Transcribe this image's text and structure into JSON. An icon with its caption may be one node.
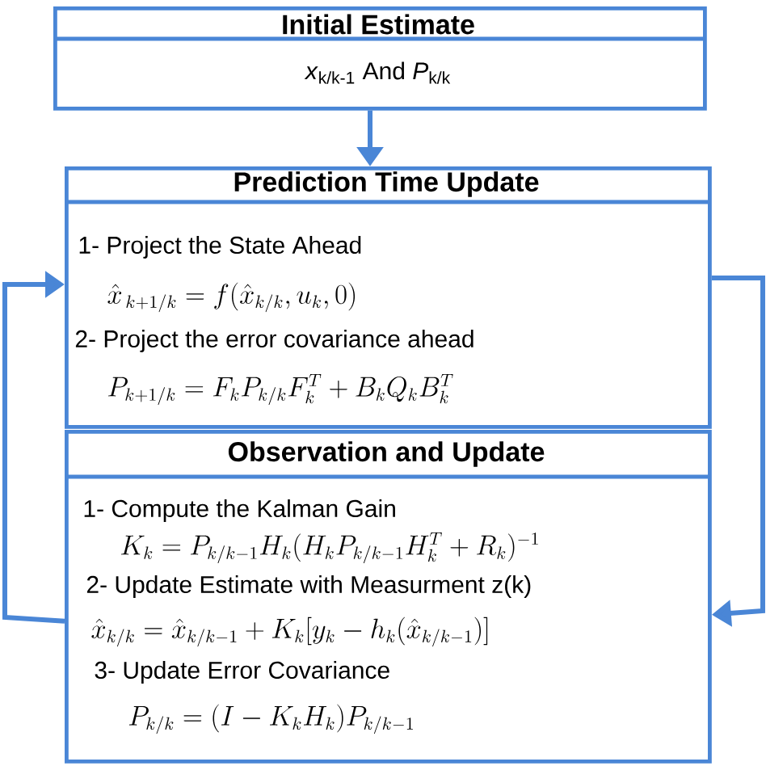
{
  "diagram": {
    "nodes": [
      {
        "text": [
          "Initial Estimate",
          "*x*$_{k/k-1}$   And   *P*$_{k/k}$"
        ]
      },
      {
        "text": [
          "Prediction Time Update",
          "1- Project the State Ahead",
          "\\hat{x}_{\\,k+1/k} = f(\\hat{x}_{k/k}, u_k, 0)",
          "2- Project the error covariance ahead",
          "P_{k+1/k} = F_k P_{k/k} F_k^T + B_k Q_k B_k^T"
        ]
      },
      {
        "text": [
          "Observation and Update",
          "1- Compute the Kalman Gain",
          "K_k = P_{k/k-1} H_k (H_k P_{k/k-1} H_k^T + R_k)^{-1}",
          "2- Update Estimate with Measurment z(k)",
          "\\hat{x}_{k/k} = \\hat{x}_{k/k-1} + K_k [y_k - h_k(\\hat{x}_{k/k-1})]",
          "3- Update Error Covariance",
          "P_{k/k} = (I - K_k H_k) P_{k/k-1}"
        ]
      }
    ],
    "edges": [
      {
        "from": 0,
        "to": 1,
        "arrow": "to"
      },
      {
        "from": 2,
        "to": 1,
        "arrow": "to"
      },
      {
        "from": 1,
        "to": 2,
        "arrow": "to"
      }
    ]
  }
}
